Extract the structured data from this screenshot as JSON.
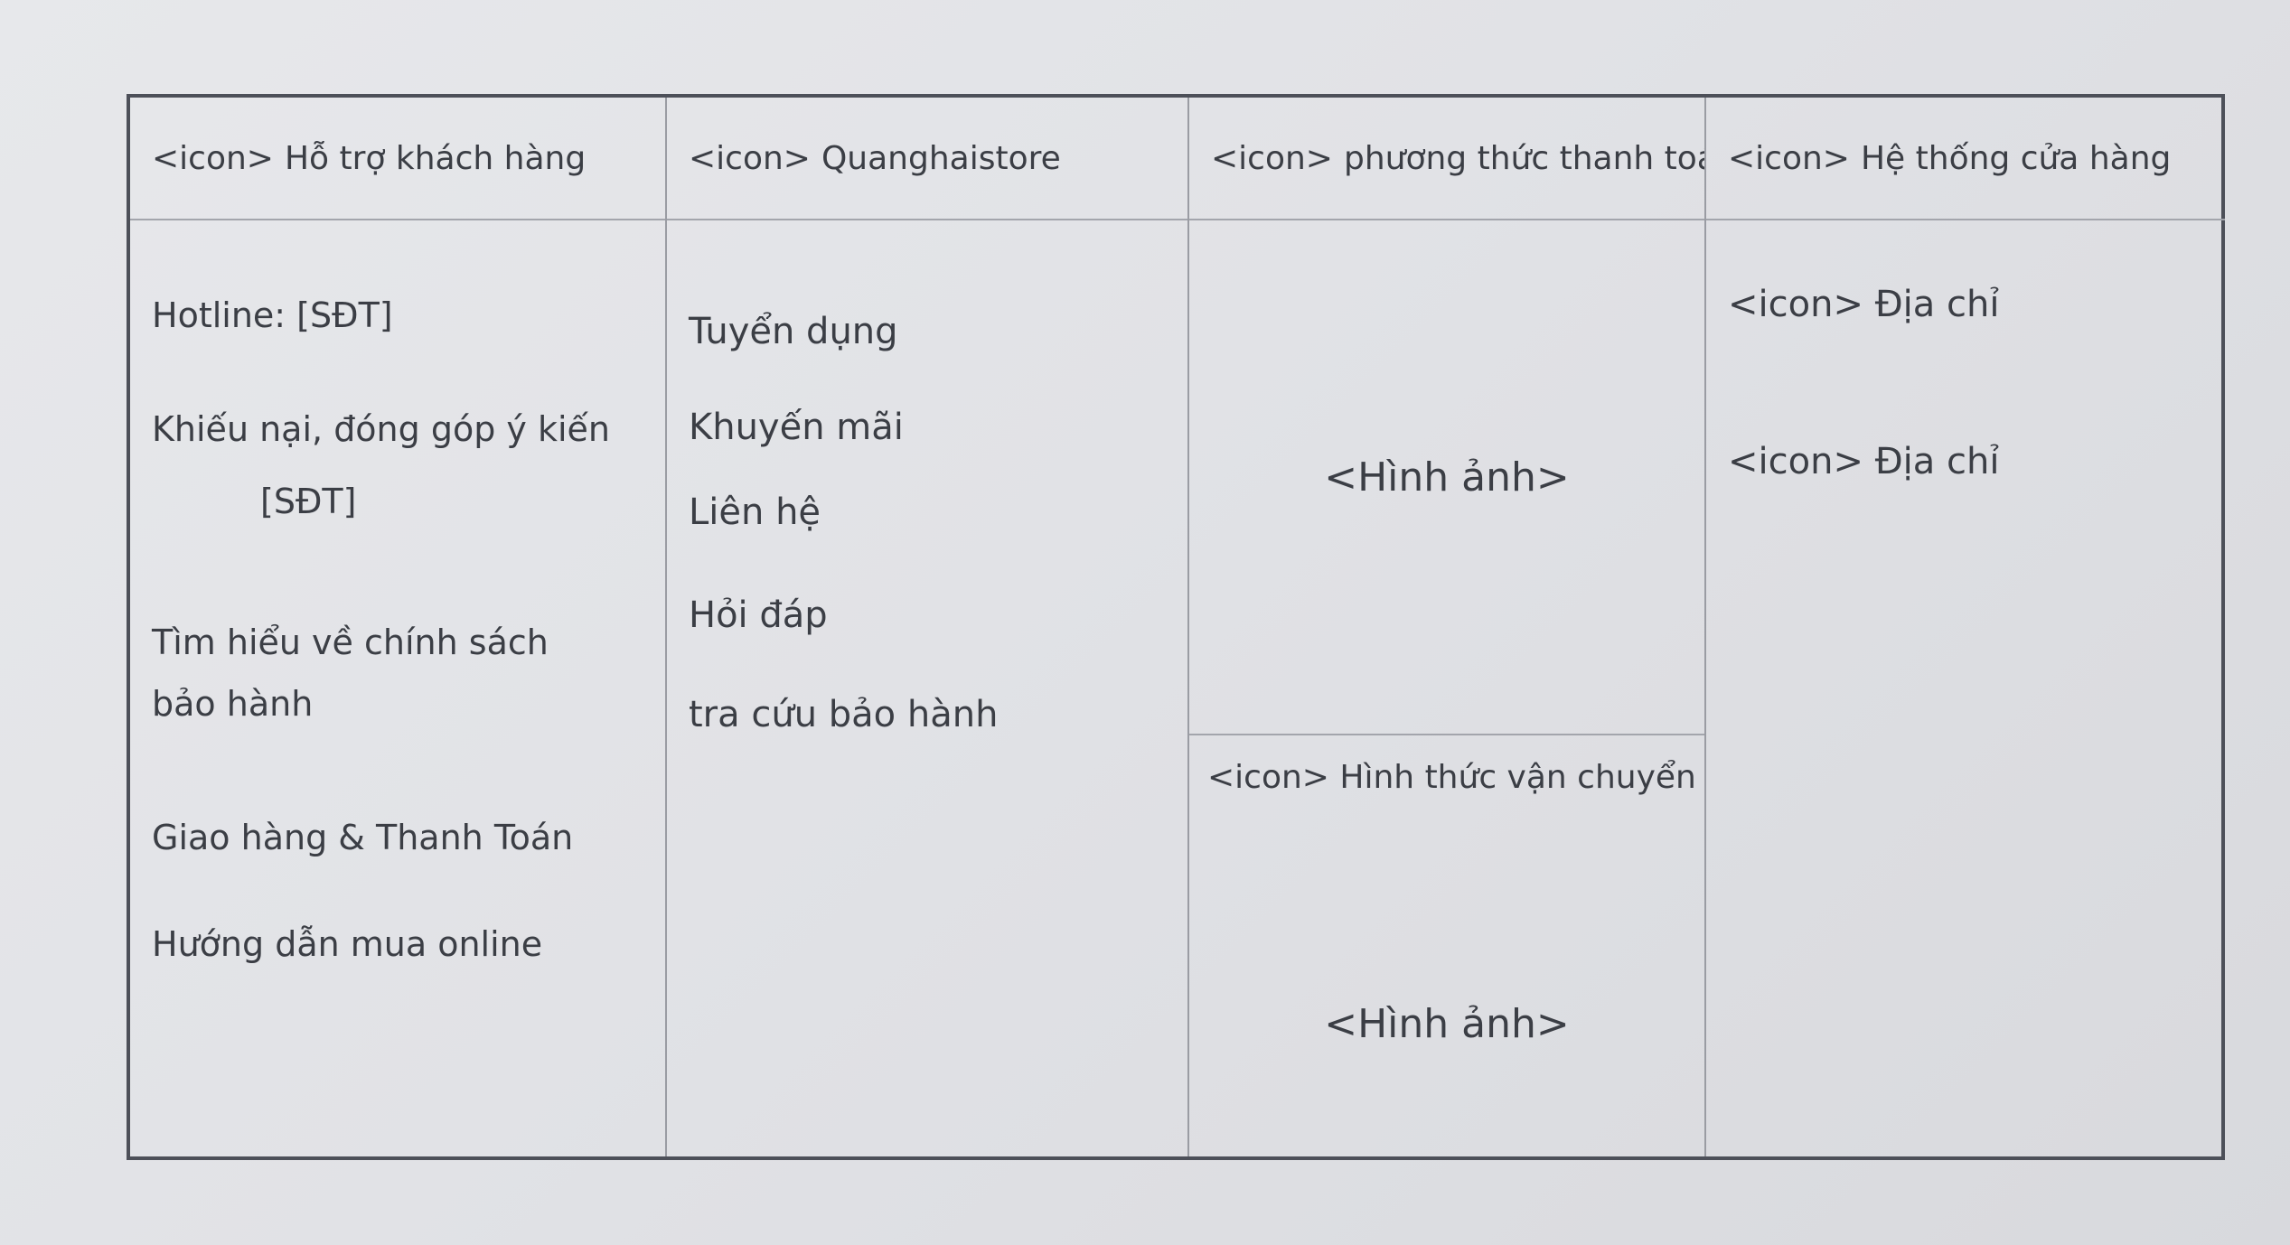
{
  "columns": [
    {
      "header_icon": "<icon>",
      "header_label": "Hỗ trợ khách hàng",
      "items": [
        "Hotline: [SĐT]",
        "Khiếu nại, đóng góp ý kiến",
        "[SĐT]",
        "Tìm hiểu về chính sách",
        "bảo hành",
        "Giao hàng & Thanh Toán",
        "Hướng dẫn mua online"
      ]
    },
    {
      "header_icon": "<icon>",
      "header_label": "Quanghaistore",
      "items": [
        "Tuyển dụng",
        "Khuyến mãi",
        "Liên hệ",
        "Hỏi đáp",
        "tra cứu bảo hành"
      ]
    },
    {
      "header_icon": "<icon>",
      "header_label": "phương thức thanh toán",
      "media_top": "<Hình ảnh>",
      "sub_header_icon": "<icon>",
      "sub_header_label": "Hình thức vận chuyển",
      "media_bottom": "<Hình ảnh>"
    },
    {
      "header_icon": "<icon>",
      "header_label": "Hệ thống cửa hàng",
      "addresses": [
        {
          "icon": "<icon>",
          "label": "Địa chỉ"
        },
        {
          "icon": "<icon>",
          "label": "Địa chỉ"
        }
      ]
    }
  ],
  "icons": {
    "placeholder": "icon-placeholder",
    "image": "image-placeholder"
  },
  "colors": {
    "ink": "#3b3e45",
    "paper": "#e3e4e8",
    "border": "#4d5059"
  }
}
